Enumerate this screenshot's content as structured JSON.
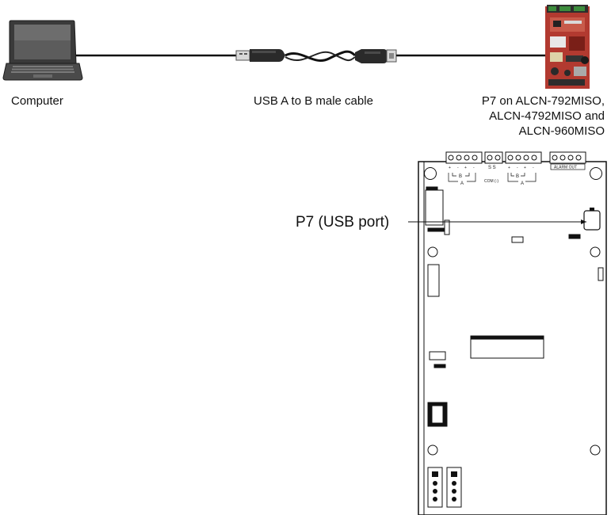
{
  "labels": {
    "computer": "Computer",
    "cable": "USB A to B male cable",
    "target_line1": "P7 on ALCN-792MISO,",
    "target_line2": "ALCN-4792MISO and",
    "target_line3": "ALCN-960MISO",
    "port": "P7 (USB port)"
  },
  "board": {
    "terminal_A_left": "A",
    "terminal_B_left": "B",
    "terminal_S": "S S",
    "com_label": "COM (-)",
    "terminal_A_right": "A",
    "terminal_B_right": "B",
    "alarm_out": "ALARM OUT",
    "plus": "+",
    "minus": "-"
  }
}
